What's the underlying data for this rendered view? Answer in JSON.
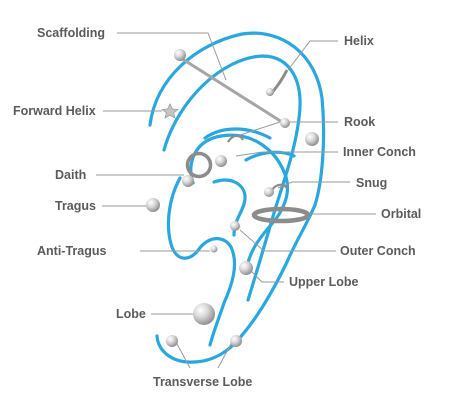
{
  "labels": {
    "scaffolding": "Scaffolding",
    "helix": "Helix",
    "forward_helix": "Forward Helix",
    "rook": "Rook",
    "inner_conch": "Inner Conch",
    "daith": "Daith",
    "snug": "Snug",
    "tragus": "Tragus",
    "orbital": "Orbital",
    "anti_tragus": "Anti-Tragus",
    "outer_conch": "Outer Conch",
    "upper_lobe": "Upper Lobe",
    "lobe": "Lobe",
    "transverse_lobe": "Transverse Lobe"
  },
  "icons": {
    "jewelry_ball": "sphere",
    "forward_helix_jewelry": "star"
  },
  "colors": {
    "ear_outline": "#2aa7de",
    "label_text": "#5b5b5b",
    "leader_line": "#9a9a9a",
    "jewelry": "#bdbdbd"
  }
}
